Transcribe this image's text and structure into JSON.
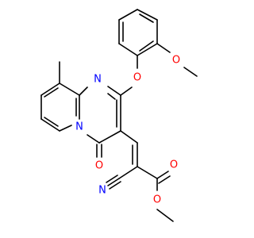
{
  "colors": {
    "bond": "#000000",
    "background": "#ffffff",
    "oxygen": "#ff0000",
    "nitrogen": "#0000ff"
  },
  "atoms": {
    "methoxy_o": "O",
    "ether_o": "O",
    "ring_n_top": "N",
    "ring_n_bottom": "N",
    "carbonyl_o": "O",
    "ester_o_double": "O",
    "ester_o_single": "O",
    "nitrile_n": "N"
  }
}
